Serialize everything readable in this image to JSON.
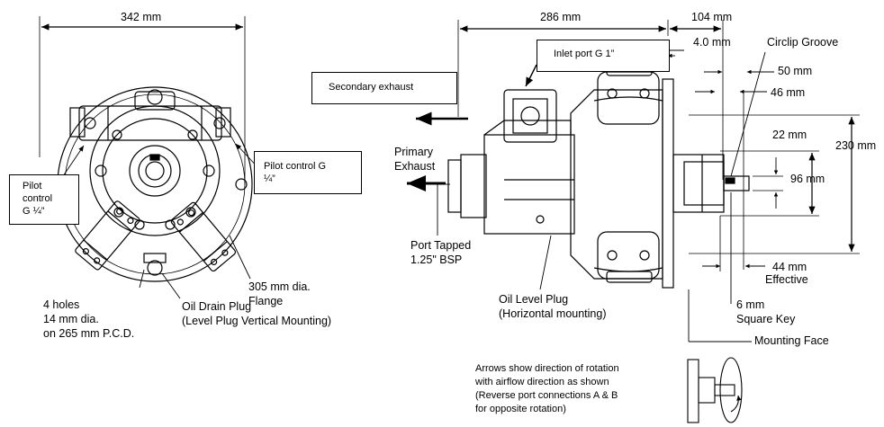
{
  "dims": {
    "d342": "342 mm",
    "d286": "286 mm",
    "d104": "104 mm",
    "d4": "4.0 mm",
    "d50": "50 mm",
    "d46": "46 mm",
    "d230": "230 mm",
    "d22": "22 mm",
    "d96": "96 mm",
    "d44a": "44 mm",
    "d44b": "Effective"
  },
  "labels": {
    "circlip": "Circlip Groove",
    "inlet": "Inlet port G 1”",
    "secondary": "Secondary exhaust",
    "primary1": "Primary",
    "primary2": "Exhaust",
    "pilot_left": [
      "Pilot",
      "control",
      "G ¼”"
    ],
    "pilot_right": [
      "Pilot control G",
      "¼”"
    ],
    "port_tapped": [
      "Port Tapped",
      "1.25\" BSP"
    ],
    "holes": [
      "4 holes",
      "14 mm dia.",
      "on 265 mm P.C.D."
    ],
    "oil_drain": [
      "Oil Drain Plug",
      "(Level Plug Vertical Mounting)"
    ],
    "flange": [
      "305 mm dia.",
      "Flange"
    ],
    "oil_level": [
      "Oil Level Plug",
      "(Horizontal mounting)"
    ],
    "key": [
      "6 mm",
      "Square Key"
    ],
    "mounting": "Mounting Face",
    "arrows_note": [
      "Arrows show direction of rotation",
      "with airflow direction as shown",
      "(Reverse port connections A & B",
      " for opposite rotation)"
    ]
  }
}
